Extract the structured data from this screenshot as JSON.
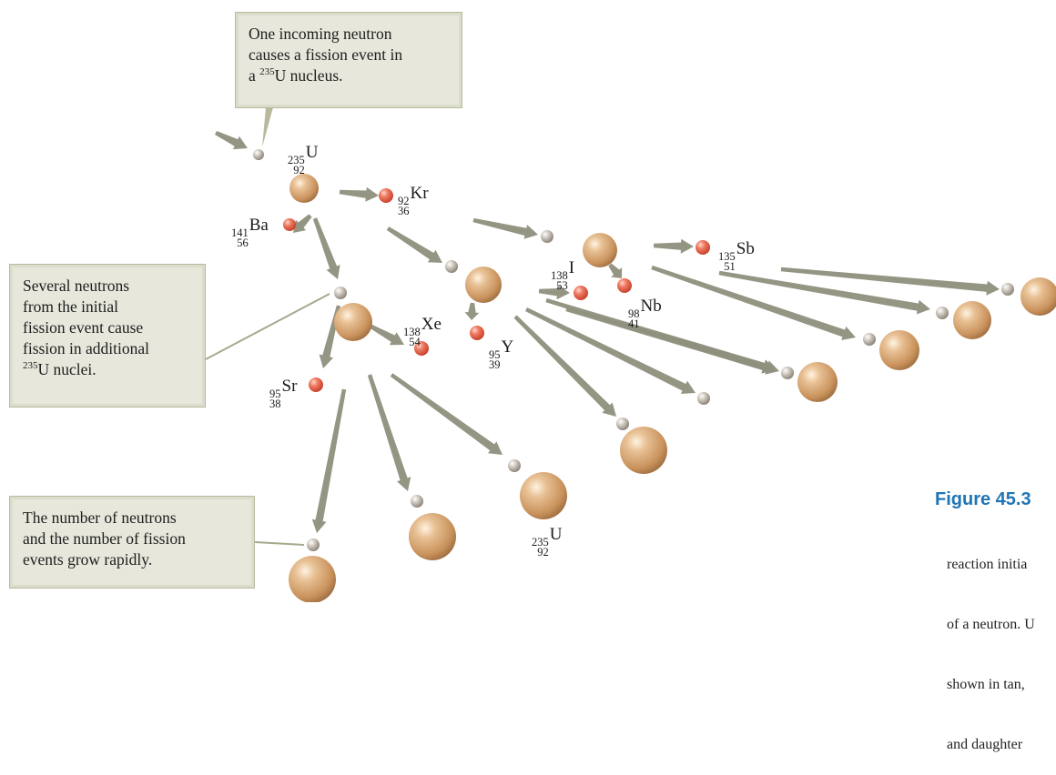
{
  "callouts": {
    "top": {
      "line1": "One incoming neutron",
      "line2": "causes a fission event in",
      "pre": "a ",
      "mass": "235",
      "post": "U nucleus."
    },
    "middle": {
      "line1": "Several neutrons",
      "line2": "from the initial",
      "line3": "fission event cause",
      "line4": "fission in additional",
      "mass": "235",
      "post": "U nuclei."
    },
    "bottom": {
      "line1": "The number of neutrons",
      "line2": "and the number of fission",
      "line3": "events grow rapidly."
    }
  },
  "nuclide_labels": [
    {
      "id": "u235-top",
      "mass": "235",
      "atomic": "92",
      "symbol": "U"
    },
    {
      "id": "kr92",
      "mass": "92",
      "atomic": "36",
      "symbol": "Kr"
    },
    {
      "id": "ba141",
      "mass": "141",
      "atomic": "56",
      "symbol": "Ba"
    },
    {
      "id": "i138",
      "mass": "138",
      "atomic": "53",
      "symbol": "I"
    },
    {
      "id": "sb135",
      "mass": "135",
      "atomic": "51",
      "symbol": "Sb"
    },
    {
      "id": "nb98",
      "mass": "98",
      "atomic": "41",
      "symbol": "Nb"
    },
    {
      "id": "xe138",
      "mass": "138",
      "atomic": "54",
      "symbol": "Xe"
    },
    {
      "id": "y95",
      "mass": "95",
      "atomic": "39",
      "symbol": "Y"
    },
    {
      "id": "sr95",
      "mass": "95",
      "atomic": "38",
      "symbol": "Sr"
    },
    {
      "id": "u235-bottom",
      "mass": "235",
      "atomic": "92",
      "symbol": "U"
    }
  ],
  "figure": {
    "number": "Figure 45.3",
    "caption_lines": [
      "reaction initia",
      "of a neutron. U",
      "shown in tan,",
      "and daughter"
    ]
  },
  "colors": {
    "uranium": "#d9aa78",
    "neutron": "#bdb5ab",
    "fragment": "#e96a55",
    "arrow": "#8f8f7d",
    "callout_bg": "#e7e7dc",
    "accent": "#1f75b5"
  }
}
